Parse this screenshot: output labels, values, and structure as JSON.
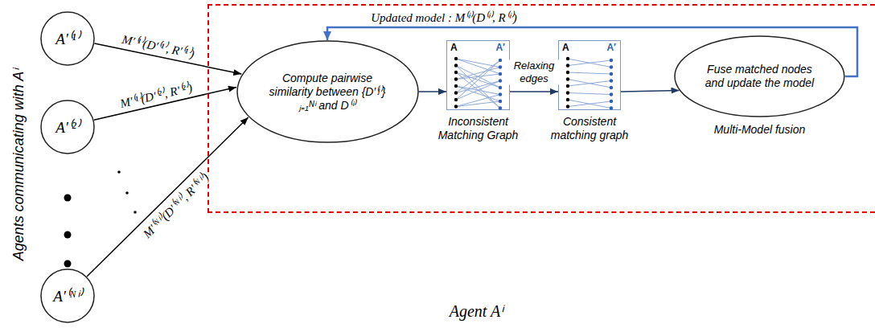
{
  "diagram": {
    "nodes": [
      {
        "text": [
          "A′⁽¹⁾"
        ]
      },
      {
        "text": [
          "A′⁽²⁾"
        ]
      },
      {
        "text": [
          "A′⁽ᴺⁱ⁾"
        ]
      },
      {
        "text": [
          "Agent Aⁱ"
        ]
      },
      {
        "text": [
          "Compute pairwise similarity between {D′⁽ʲ⁾}ⱼ₌₁ᴺⁱ and D⁽ⁱ⁾"
        ],
        "in": 3
      },
      {
        "text": [
          "A",
          "A′",
          "Inconsistent Matching Graph"
        ],
        "in": 3
      },
      {
        "text": [
          "A",
          "A′",
          "Consistent matching graph"
        ],
        "in": 3
      },
      {
        "text": [
          "Fuse matched nodes and update the model",
          "Multi-Model fusion"
        ],
        "in": 3
      }
    ],
    "edges": [
      {
        "from": 0,
        "to": 4,
        "arrow": "to",
        "label": "M′⁽¹⁾(D′⁽¹⁾, R′⁽¹⁾)"
      },
      {
        "from": 1,
        "to": 4,
        "arrow": "to",
        "label": "M′⁽¹⁾(D′⁽²⁾, R′⁽²⁾)"
      },
      {
        "from": 2,
        "to": 4,
        "arrow": "to",
        "label": "M′⁽ᴺⁱ⁾(D′⁽ᴺⁱ⁾, R′⁽ᴺⁱ⁾)"
      },
      {
        "from": 4,
        "to": 5,
        "arrow": "to"
      },
      {
        "from": 5,
        "to": 6,
        "arrow": "to",
        "label": "Relaxing edges"
      },
      {
        "from": 6,
        "to": 7,
        "arrow": "to"
      },
      {
        "from": 7,
        "to": 4,
        "arrow": "to",
        "label": "Updated model : M⁽ⁱ⁾(D⁽ⁱ⁾, R⁽ⁱ⁾)"
      }
    ],
    "labels": [
      "Agents communicating with Aⁱ"
    ]
  }
}
